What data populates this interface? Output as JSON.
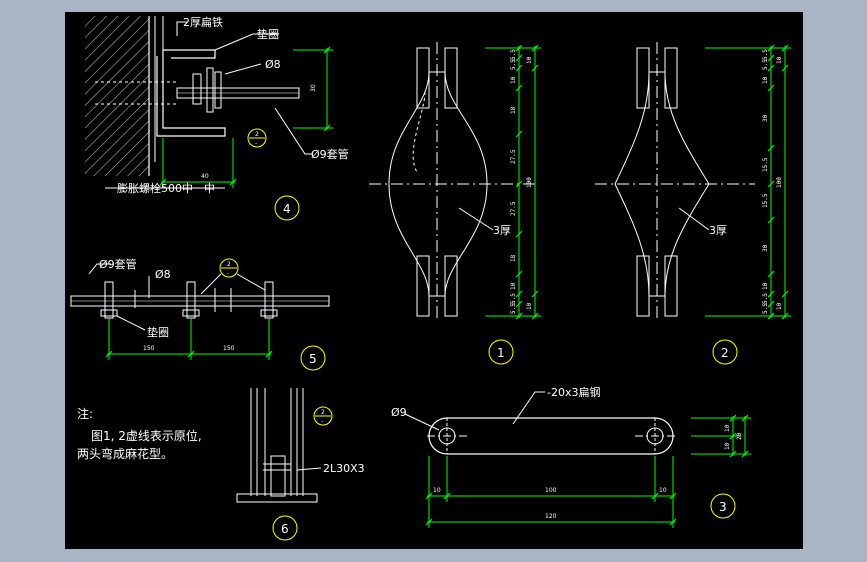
{
  "colors": {
    "background": "#a9b4c4",
    "sheet": "#000000",
    "line": "#ffffff",
    "dimension": "#00ff00",
    "circle": "#ffff00",
    "centerline": "#ffffff"
  },
  "detail4": {
    "flat_iron": "2厚扁铁",
    "washer": "垫圈",
    "rod": "Ø8",
    "sleeve": "Ø9套管",
    "bolt_note": "膨胀螺栓500中一中",
    "dim_v": "30",
    "dim_h": "40",
    "ref_top": "2",
    "ref_bottom": "-",
    "number": "4"
  },
  "detail5": {
    "sleeve": "Ø9套管",
    "rod": "Ø8",
    "washer": "垫圈",
    "dim1": "150",
    "dim2": "150",
    "ref_top": "2",
    "ref_bottom": "-",
    "number": "5"
  },
  "detail6": {
    "angle": "2L30X3",
    "ref_top": "2",
    "ref_bottom": "-",
    "number": "6"
  },
  "note": {
    "title": "注:",
    "line1": "图1, 2虚线表示原位,",
    "line2": "两头弯成麻花型。"
  },
  "detail1": {
    "thickness": "3厚",
    "dims": [
      "5.5",
      "5.5",
      "10",
      "18",
      "27.5",
      "27.5",
      "18",
      "10",
      "5.5",
      "5.5"
    ],
    "outer": [
      "10",
      "100",
      "10"
    ],
    "number": "1"
  },
  "detail2": {
    "thickness": "3厚",
    "dims": [
      "5.5",
      "5.5",
      "10",
      "30",
      "15.5",
      "15.5",
      "30",
      "10",
      "5.5",
      "5.5"
    ],
    "outer": [
      "10",
      "100",
      "10"
    ],
    "number": "2"
  },
  "detail3": {
    "flat_steel": "-20x3扁钢",
    "hole": "Ø9",
    "dim_left": "10",
    "dim_mid": "100",
    "dim_right": "10",
    "dim_total": "120",
    "dim_h1": "10",
    "dim_h2": "10",
    "dim_total_h": "20",
    "number": "3"
  }
}
